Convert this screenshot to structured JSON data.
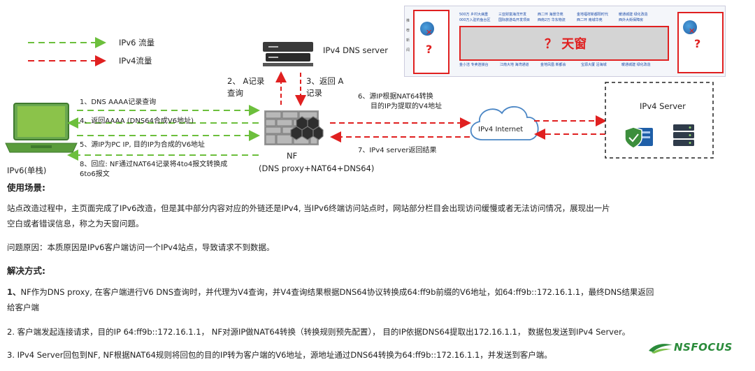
{
  "legend": {
    "ipv6": "IPv6 流量",
    "ipv4": "IPv4流量"
  },
  "colors": {
    "ipv6": "#6cbf3c",
    "ipv4": "#e02020",
    "accent": "#2a8b3a"
  },
  "nodes": {
    "dns_server": "IPv4 DNS  server",
    "nf_name": "NF",
    "nf_desc": "(DNS proxy+NAT64+DNS64)",
    "client": "IPv6(单栈)",
    "internet": "IPv4 Internet",
    "ipv4_server": "IPv4 Server"
  },
  "steps": {
    "s1": "1、DNS AAAA记录查询",
    "s2a": "2、 A记录",
    "s2b": "查询",
    "s3a": "3、返回 A",
    "s3b": "记录",
    "s4": "4、返回AAAA (DNS64合成V6地址)",
    "s5": "5、源IP为PC IP, 目的IP为合成的V6地址",
    "s6a": "6、源IP根据NAT64转换",
    "s6b": "目的IP为提取的V4地址",
    "s7": "7、IPv4 server返回结果",
    "s8a": "8、回应: NF通过NAT64记录将4to4报文转换成",
    "s8b": "6to6报文"
  },
  "screenshot": {
    "banner": "？ 天窗",
    "qmark": "?",
    "top_links": [
      "500万 乡村大病重",
      "三亚财富海洋开发",
      "西二环 海景华苑",
      "金地福祥新都阳时代",
      "暖通城建 绿化改造"
    ],
    "top_links2": [
      "000万入驻钓鱼台区",
      "国际旅游岛开发项目",
      "西南2万 华东物流",
      "西二环 南城华苑",
      "西外大街保障房"
    ],
    "bottom_links": [
      "金小洁 专卖连锁台",
      "江南大地 海湾通道",
      "金地凤凰 新都会",
      "宝源大厦 沿海城",
      "暖通城建 绿化改造"
    ],
    "side_labels": [
      "推",
      "荐",
      "新",
      "闻"
    ]
  },
  "sections": {
    "scenario_title": "使用场景:",
    "scenario_text1": "站点改造过程中，主页面完成了IPv6改造，但是其中部分内容对应的外链还是IPv4, 当IPv6终端访问站点时，网站部分栏目会出现访问缓慢或者无法访问情况，展现出一片",
    "scenario_text2": "空白或者错误信息，称之为天窗问题。",
    "cause": "问题原因：本质原因是IPv6客户端访问一个IPv4站点，导致请求不到数据。",
    "solution_title": "解决方式:",
    "sol1_num": "1、",
    "sol1_a": "NF作为DNS proxy, 在客户端进行V6 DNS查询时，并代理为V4查询，并V4查询结果根据DNS64协议转换成64:ff9b前缀的V6地址，如64:ff9b::172.16.1.1，最终DNS结果返回",
    "sol1_b": "给客户端",
    "sol2": "2.   客户端发起连接请求，目的IP 64:ff9b::172.16.1.1，  NF对源IP做NAT64转换（转换规则预先配置），  目的IP依据DNS64提取出172.16.1.1，  数据包发送到IPv4 Server。",
    "sol3": "3.   IPv4 Server回包到NF, NF根据NAT64规则将回包的目的IP转为客户端的V6地址，源地址通过DNS64转换为64:ff9b::172.16.1.1，并发送到客户端。"
  },
  "logo": {
    "text": "NSFOCUS"
  }
}
